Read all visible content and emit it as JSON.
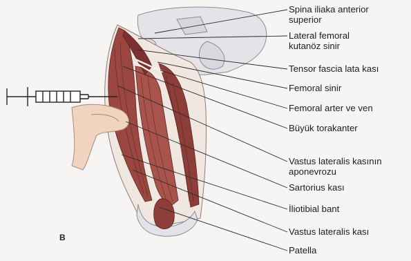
{
  "figure": {
    "panel_letter": "B",
    "labels": [
      "Spina iliaka anterior superior",
      "Lateral femoral kutanöz sinir",
      "Tensor fascia lata kası",
      "Femoral sinir",
      "Femoral arter ve ven",
      "Büyük torakanter",
      "Vastus lateralis kasının aponevrozu",
      "Sartorius kası",
      "İliotibial bant",
      "Vastus lateralis kası",
      "Patella"
    ]
  },
  "colors": {
    "muscle": "#9c4a44",
    "muscle_dark": "#6e2a27",
    "bone": "#e6e6ea",
    "skin": "#f0d7c5",
    "leader_line": "#2a2a2a"
  },
  "icons": [
    "syringe-icon",
    "hand-icon"
  ]
}
